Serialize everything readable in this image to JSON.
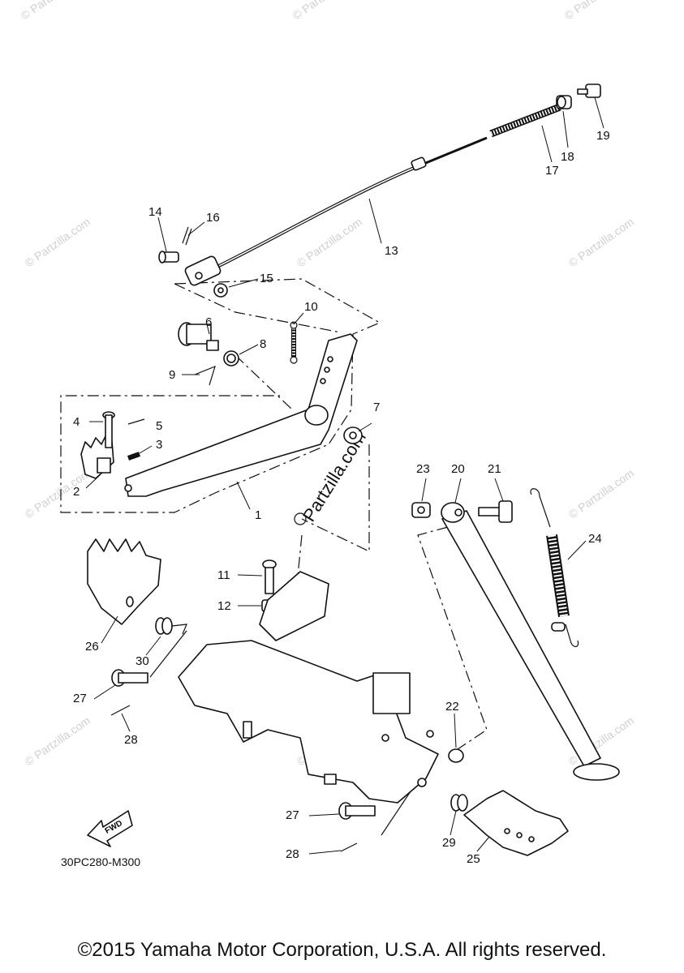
{
  "watermark": "© Partzilla.com",
  "center_watermark": "Partzilla.com",
  "diagram_code": "30PC280-M300",
  "fwd_label": "FWD",
  "copyright": "©2015 Yamaha Motor Corporation, U.S.A. All rights reserved.",
  "callouts": [
    {
      "id": "c1",
      "text": "1"
    },
    {
      "id": "c2",
      "text": "2"
    },
    {
      "id": "c3",
      "text": "3"
    },
    {
      "id": "c4",
      "text": "4"
    },
    {
      "id": "c5",
      "text": "5"
    },
    {
      "id": "c6",
      "text": "6"
    },
    {
      "id": "c7",
      "text": "7"
    },
    {
      "id": "c8",
      "text": "8"
    },
    {
      "id": "c9",
      "text": "9"
    },
    {
      "id": "c10",
      "text": "10"
    },
    {
      "id": "c11",
      "text": "11"
    },
    {
      "id": "c12",
      "text": "12"
    },
    {
      "id": "c13",
      "text": "13"
    },
    {
      "id": "c14",
      "text": "14"
    },
    {
      "id": "c15",
      "text": "15"
    },
    {
      "id": "c16",
      "text": "16"
    },
    {
      "id": "c17",
      "text": "17"
    },
    {
      "id": "c18",
      "text": "18"
    },
    {
      "id": "c19",
      "text": "19"
    },
    {
      "id": "c20",
      "text": "20"
    },
    {
      "id": "c21",
      "text": "21"
    },
    {
      "id": "c22",
      "text": "22"
    },
    {
      "id": "c23",
      "text": "23"
    },
    {
      "id": "c24",
      "text": "24"
    },
    {
      "id": "c25",
      "text": "25"
    },
    {
      "id": "c26",
      "text": "26"
    },
    {
      "id": "c27a",
      "text": "27"
    },
    {
      "id": "c28a",
      "text": "28"
    },
    {
      "id": "c27b",
      "text": "27"
    },
    {
      "id": "c28b",
      "text": "28"
    },
    {
      "id": "c29",
      "text": "29"
    },
    {
      "id": "c30",
      "text": "30"
    }
  ]
}
